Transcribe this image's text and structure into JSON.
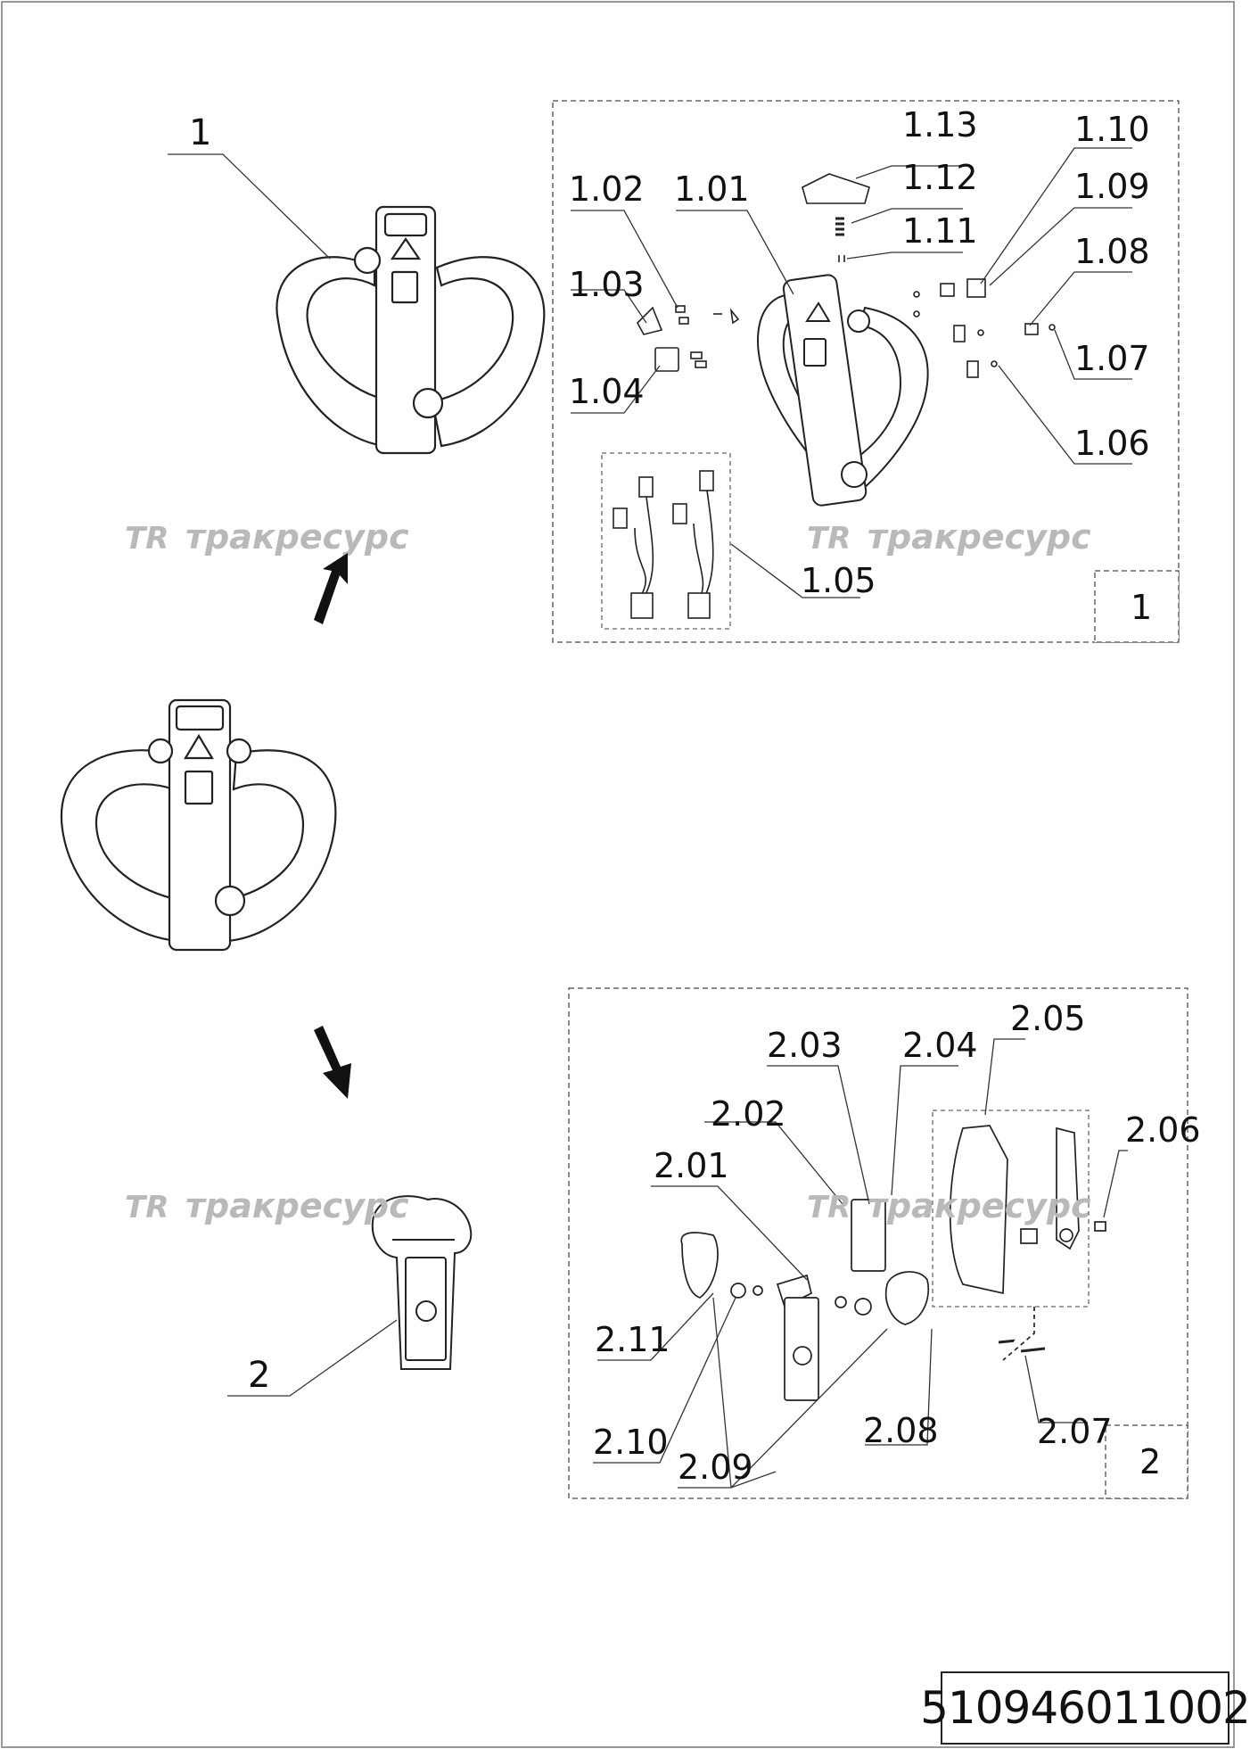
{
  "document_number": "510946011002",
  "watermark": {
    "logo_letters": "TR",
    "text": "тракресурс"
  },
  "assembly_1": {
    "overview_label": "1",
    "detail_box_label": "1",
    "callouts": [
      "1.01",
      "1.02",
      "1.03",
      "1.04",
      "1.05",
      "1.06",
      "1.07",
      "1.08",
      "1.09",
      "1.10",
      "1.11",
      "1.12",
      "1.13"
    ]
  },
  "assembly_2": {
    "overview_label": "2",
    "detail_box_label": "2",
    "callouts": [
      "2.01",
      "2.02",
      "2.03",
      "2.04",
      "2.05",
      "2.06",
      "2.07",
      "2.08",
      "2.09",
      "2.10",
      "2.11"
    ]
  }
}
